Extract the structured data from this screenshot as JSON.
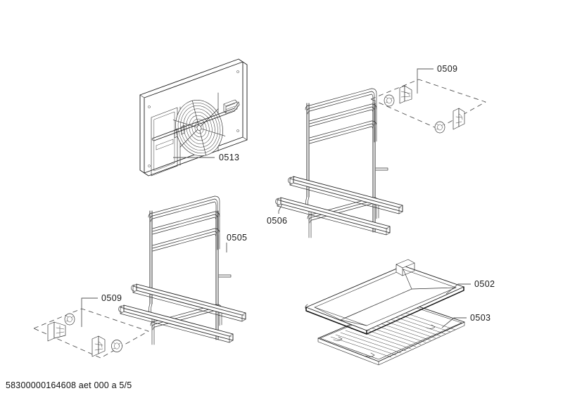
{
  "document": {
    "type": "exploded-parts-diagram",
    "background_color": "#ffffff",
    "line_color": "#1d1d1d",
    "leader_color": "#555555",
    "footer": "58300000164608 aet 000 a 5/5"
  },
  "labels": {
    "fan_panel": "0513",
    "left_rail_frame": "0505",
    "right_rail_frame": "0506",
    "clips_top_right": "0509",
    "clips_bottom_left": "0509",
    "baking_tray": "0502",
    "wire_rack": "0503"
  },
  "parts": [
    {
      "number": "0513",
      "name": "rear-fan-panel",
      "description": "Rear oven wall panel with circular fan grille, heating element tube and vent slot"
    },
    {
      "number": "0506",
      "name": "right-shelf-rail-frame",
      "description": "Right side wire shelf support frame with telescopic pull-out rails"
    },
    {
      "number": "0505",
      "name": "left-shelf-rail-frame",
      "description": "Left side wire shelf support frame with telescopic pull-out rails"
    },
    {
      "number": "0509",
      "name": "mounting-clip-set",
      "description": "Set of small mounting clips and knurled nuts shown inside dashed detail plane"
    },
    {
      "number": "0502",
      "name": "deep-baking-tray",
      "description": "Deep enamelled baking tray with rolled rim and handle tab"
    },
    {
      "number": "0503",
      "name": "wire-rack",
      "description": "Wire grill rack with parallel rods in a frame"
    }
  ]
}
